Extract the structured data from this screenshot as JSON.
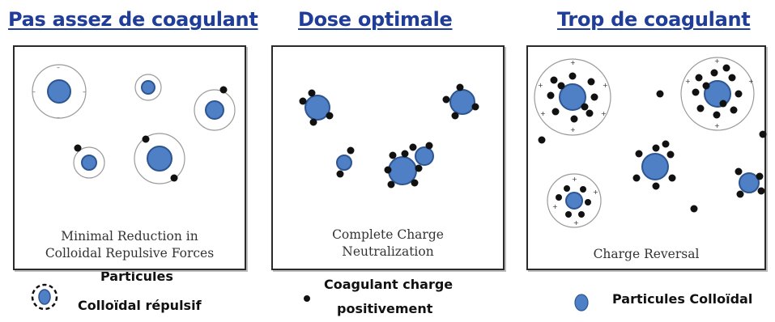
{
  "headings": {
    "left": "Pas assez de coagulant",
    "middle": "Dose optimale",
    "right": "Trop de coagulant"
  },
  "panels": {
    "left_caption_line1": "Minimal Reduction in",
    "left_caption_line2": "Colloidal Repulsive Forces",
    "middle_caption_line1": "Complete Charge",
    "middle_caption_line2": "Neutralization",
    "right_caption": "Charge Reversal"
  },
  "legend": {
    "repulsive_top": "Particules",
    "repulsive_bottom": "Colloïdal répulsif",
    "coagulant_line1": "Coagulant charge",
    "coagulant_line2": "positivement",
    "particle": "Particules Colloïdal"
  },
  "colors": {
    "heading": "#1f3d99",
    "particle_fill": "#4f7fc4",
    "particle_stroke": "#2d5591",
    "coagulant": "#111111",
    "halo": "#9a9a9a"
  }
}
